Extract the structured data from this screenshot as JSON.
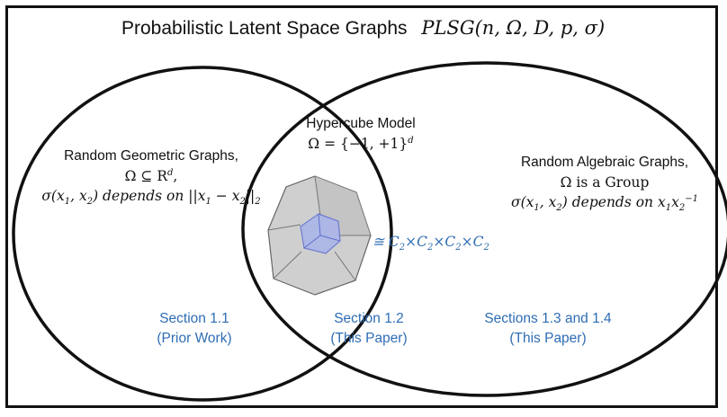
{
  "title": {
    "prefix": "Probabilistic Latent Space Graphs",
    "notation": "PLSG(n, Ω, D, p, σ)"
  },
  "left_set": {
    "line1": "Random Geometric Graphs,",
    "line2_lhs": "Ω ⊆ R",
    "line2_sup": "d",
    "line3_lhs": "σ(x",
    "line3_sub1": "1",
    "line3_mid": ", x",
    "line3_sub2": "2",
    "line3_text": ") depends on ||x",
    "line3_sub3": "1",
    "line3_minus": " − x",
    "line3_sub4": "2",
    "line3_end": "||",
    "line3_sub5": "2",
    "section": "Section 1.1",
    "section_note": "(Prior Work)"
  },
  "center_set": {
    "line1": "Hypercube Model",
    "line2": "Ω = {−1, +1}",
    "line2_sup": "d",
    "isomorphism": "≅ C",
    "iso_sub1": "2",
    "iso_x1": "×C",
    "iso_sub2": "2",
    "iso_x2": "×C",
    "iso_sub3": "2",
    "iso_x3": "×C",
    "iso_sub4": "2",
    "section": "Section 1.2",
    "section_note": "(This Paper)"
  },
  "right_set": {
    "line1": "Random Algebraic Graphs,",
    "line2": "Ω is a Group",
    "line3_lhs": "σ(x",
    "line3_sub1": "1",
    "line3_mid": ", x",
    "line3_sub2": "2",
    "line3_text": ") depends on x",
    "line3_sub3": "1",
    "line3_x": "x",
    "line3_sub4": "2",
    "line3_sup4": "−1",
    "section": "Sections 1.3 and 1.4",
    "section_note": "(This Paper)"
  },
  "colors": {
    "ink": "#111111",
    "section_blue": "#2e6db4",
    "cube_gray": "#c9c9c9",
    "cube_blue": "#9aa9e6"
  }
}
